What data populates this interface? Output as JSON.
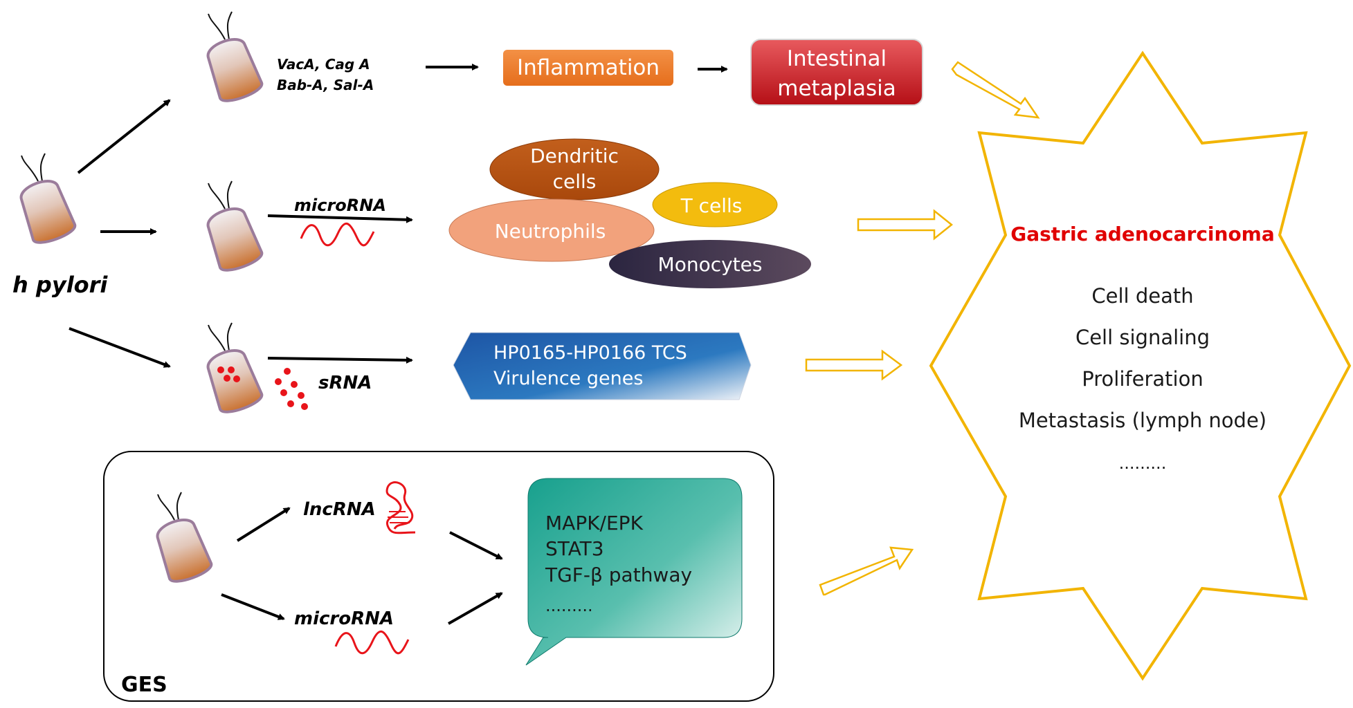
{
  "organism_label": "h pylori",
  "row1": {
    "factors_line1": "VacA, Cag A",
    "factors_line2": "Bab-A, Sal-A",
    "inflammation": "Inflammation",
    "metaplasia_line1": "Intestinal",
    "metaplasia_line2": "metaplasia"
  },
  "row2": {
    "label": "microRNA",
    "cells": {
      "dendritic_line1": "Dendritic",
      "dendritic_line2": "cells",
      "t_cells": "T cells",
      "neutrophils": "Neutrophils",
      "monocytes": "Monocytes"
    }
  },
  "row3": {
    "label": "sRNA",
    "box_line1": "HP0165-HP0166 TCS",
    "box_line2": "Virulence genes"
  },
  "ges": {
    "title": "GES",
    "lncrna": "lncRNA",
    "microrna": "microRNA",
    "bubble": [
      "MAPK/EPK",
      "STAT3",
      "TGF-β  pathway",
      "........."
    ]
  },
  "outcome": {
    "title": "Gastric adenocarcinoma",
    "items": [
      "Cell death",
      "Cell signaling",
      "Proliferation",
      "Metastasis (lymph node)",
      "........."
    ]
  },
  "colors": {
    "inflammation": "#EE7D2E",
    "metaplasia": "#C8161D",
    "dendritic": "#B5520F",
    "t_cells": "#F3BC0E",
    "neutrophils": "#F2A27C",
    "monocytes": "#3B3148",
    "virulence_box": "#2468B0",
    "bubble": "#1FA796",
    "star_outline": "#F2B400",
    "outcome_title": "#E00000",
    "rna_red": "#E8141A"
  }
}
